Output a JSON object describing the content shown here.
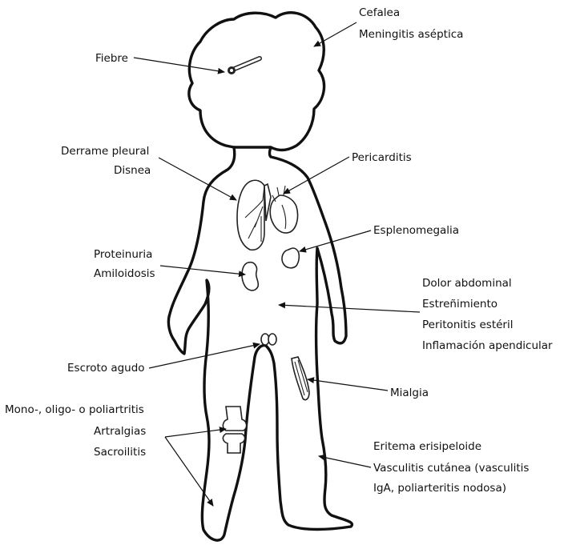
{
  "labels": {
    "cefalea": "Cefalea",
    "meningitis": "Meningitis aséptica",
    "fiebre": "Fiebre",
    "derrame": "Derrame pleural",
    "disnea": "Disnea",
    "pericarditis": "Pericarditis",
    "esplenomegalia": "Esplenomegalia",
    "proteinuria": "Proteinuria",
    "amiloidosis": "Amiloidosis",
    "dolor_abdominal": "Dolor abdominal",
    "estrenimiento": "Estreñimiento",
    "peritonitis": "Peritonitis estéril",
    "inflamacion": "Inflamación apendicular",
    "escroto": "Escroto agudo",
    "mialgia": "Mialgia",
    "poliartritis": "Mono-, oligo- o poliartritis",
    "artralgias": "Artralgias",
    "sacroilitis": "Sacroilitis",
    "eritema": "Eritema erisipeloide",
    "vasculitis1": "Vasculitis cutánea (vasculitis",
    "vasculitis2": "IgA, poliarteritis nodosa)"
  }
}
